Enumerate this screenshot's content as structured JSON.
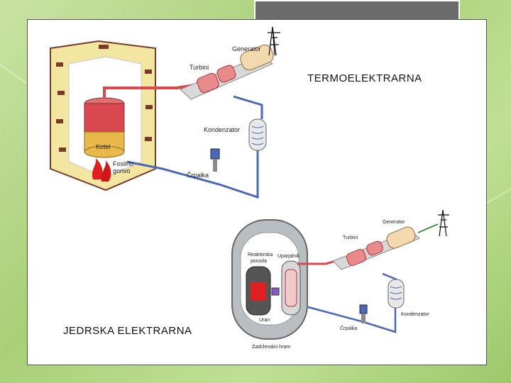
{
  "slide": {
    "title_thermal": "TERMOELEKTRARNA",
    "title_nuclear": "JEDRSKA ELEKTRARNA"
  },
  "thermal": {
    "generator": "Generator",
    "turbini": "Turbini",
    "kondenzator": "Kondenzator",
    "crpalka": "Črpalka",
    "kotel": "Kotel",
    "fosilno": "Fosilno",
    "gorivo": "gorivo"
  },
  "nuclear": {
    "generator": "Generator",
    "turbini": "Turbini",
    "kondenzator": "Kondenzator",
    "crpalka": "Črpalka",
    "reaktorska": "Reaktorska",
    "posoda": "posoda",
    "uparjalnik": "Uparjalnik",
    "uran": "Uran",
    "zadrzevalni": "Zadrževalni hram"
  },
  "colors": {
    "steam": "#d9474f",
    "water": "#4a67b8",
    "wall": "#f2e6a0",
    "brick": "#7a3a2a",
    "tab": "#6b6b6b",
    "containment": "#b9bec3"
  }
}
